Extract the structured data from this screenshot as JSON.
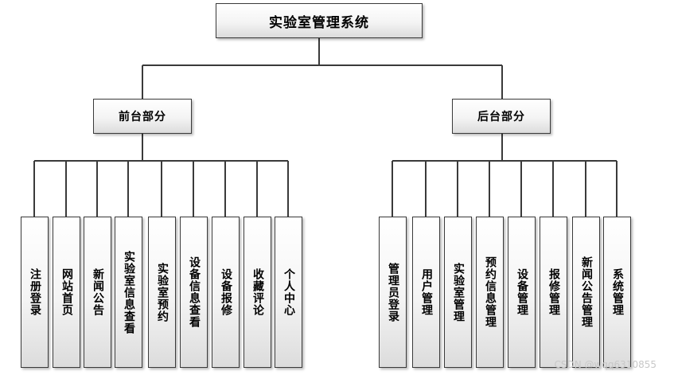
{
  "root": {
    "label": "实验室管理系统"
  },
  "branches": [
    {
      "label": "前台部分",
      "children": [
        "注册登录",
        "网站首页",
        "新闻公告",
        "实验室信息查看",
        "实验室预约",
        "设备信息查看",
        "设备报修",
        "收藏评论",
        "个人中心"
      ]
    },
    {
      "label": "后台部分",
      "children": [
        "管理员登录",
        "用户管理",
        "实验室管理",
        "预约信息管理",
        "设备管理",
        "报修管理",
        "新闻公告管理",
        "系统管理"
      ]
    }
  ],
  "watermark": "CSDN @wqq6310855",
  "colors": {
    "border": "#3a3a3a",
    "line": "#3a3a3a",
    "box_top": "#ffffff",
    "box_bottom": "#dcdcdc"
  }
}
